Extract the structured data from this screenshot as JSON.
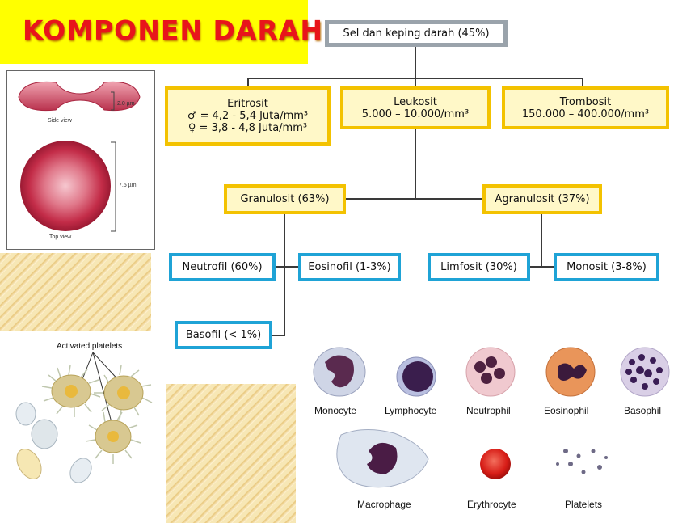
{
  "title": "KOMPONEN DARAH",
  "root": "Sel dan keping darah (45%)",
  "eritrosit": {
    "name": "Eritrosit",
    "male": "♂ = 4,2 - 5,4 Juta/mm³",
    "female": "♀ = 3,8 - 4,8 Juta/mm³"
  },
  "leukosit": {
    "name": "Leukosit",
    "value": "5.000 – 10.000/mm³"
  },
  "trombosit": {
    "name": "Trombosit",
    "value": "150.000 – 400.000/mm³"
  },
  "granulosit": "Granulosit (63%)",
  "agranulosit": "Agranulosit (37%)",
  "neutrofil": "Neutrofil (60%)",
  "eosinofil": "Eosinofil (1-3%)",
  "basofil": "Basofil (< 1%)",
  "limfosit": "Limfosit (30%)",
  "monosit": "Monosit (3-8%)",
  "rbc_figure": {
    "side_measure": "2.0 µm",
    "side_caption": "Side view",
    "top_measure": "7.5 µm",
    "top_caption": "Top view"
  },
  "platelet_figure": {
    "label": "Activated platelets"
  },
  "cells": {
    "monocyte": "Monocyte",
    "lymphocyte": "Lymphocyte",
    "neutrophil": "Neutrophil",
    "eosinophil": "Eosinophil",
    "basophil": "Basophil",
    "macrophage": "Macrophage",
    "erythrocyte": "Erythrocyte",
    "platelets": "Platelets"
  },
  "colors": {
    "title_red": "#e8151b",
    "title_band": "#ffff00",
    "gold_border": "#f3c200",
    "blue_border": "#1fa3d6",
    "gray_border": "#9aa3ab"
  }
}
